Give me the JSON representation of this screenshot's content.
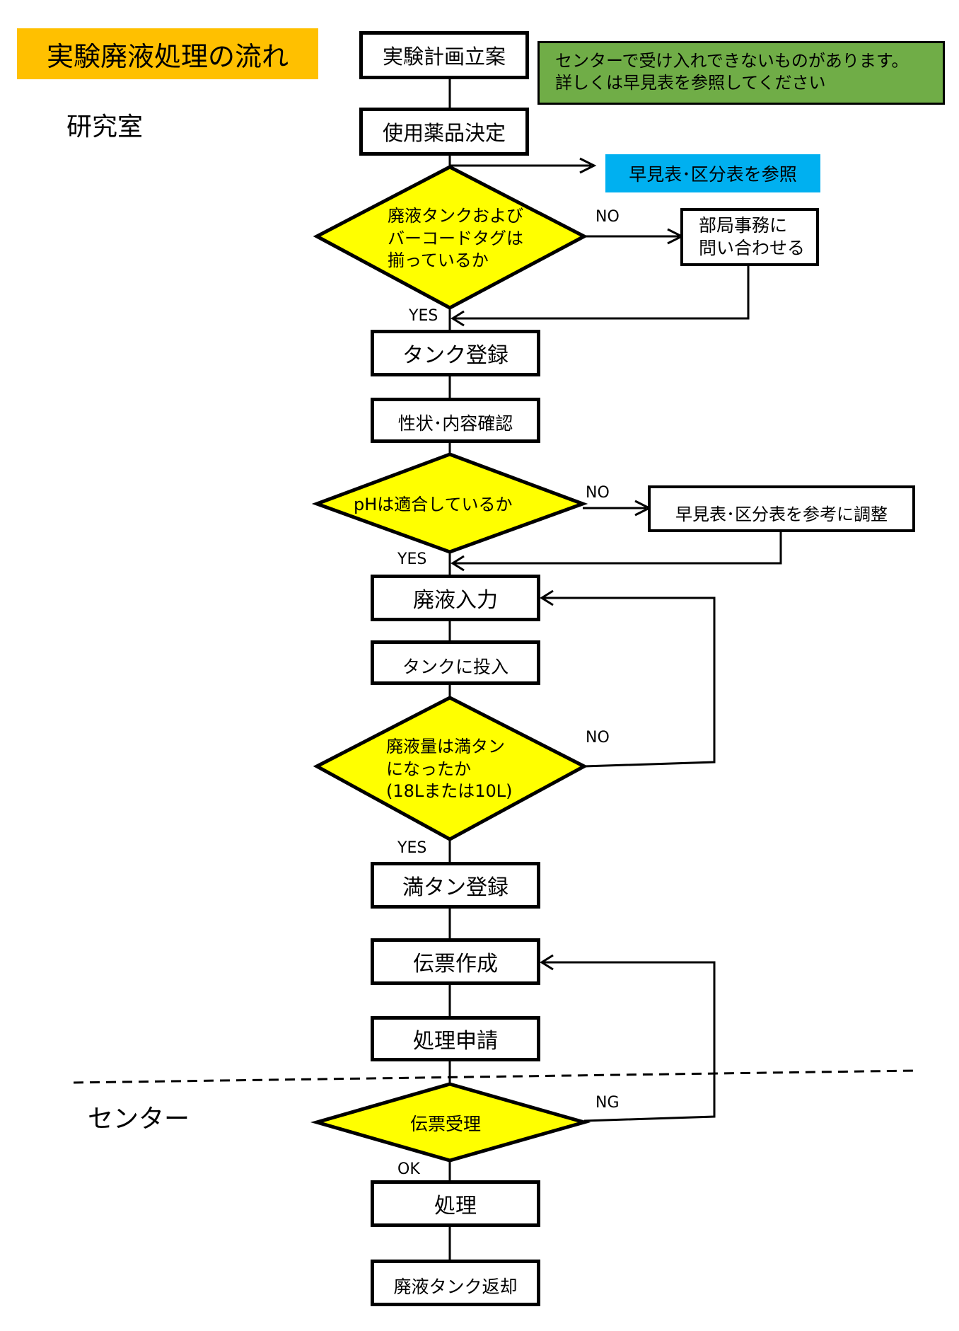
{
  "title": "実験廃液処理の流れ",
  "zones": {
    "lab": "研究室",
    "center": "センター"
  },
  "notes": {
    "green": [
      "センターで受け入れできないものがあります。",
      "詳しくは早見表を参照してください"
    ],
    "blue": "早見表･区分表を参照"
  },
  "steps": {
    "plan": "実験計画立案",
    "chem": "使用薬品決定",
    "tank_reg": "タンク登録",
    "confirm": "性状･内容確認",
    "input": "廃液入力",
    "pour": "タンクに投入",
    "full_reg": "満タン登録",
    "slip": "伝票作成",
    "apply": "処理申請",
    "process": "処理",
    "return": "廃液タンク返却"
  },
  "decisions": {
    "tank_ready": [
      "廃液タンクおよび",
      "バーコードタグは",
      "揃っているか"
    ],
    "ph_ok": "pHは適合しているか",
    "full": [
      "廃液量は満タン",
      "になったか",
      "(18Lまたは10L)"
    ],
    "accept": "伝票受理"
  },
  "side_boxes": {
    "ask_dept": [
      "部局事務に",
      "問い合わせる"
    ],
    "adjust": "早見表･区分表を参考に調整"
  },
  "edge_labels": {
    "no1": "NO",
    "yes1": "YES",
    "no2": "NO",
    "yes2": "YES",
    "no3": "NO",
    "yes3": "YES",
    "ng": "NG",
    "ok": "OK"
  },
  "colors": {
    "orange": "#FFC000",
    "green": "#70AD47",
    "blue": "#00B0F0",
    "yellow": "#FFFF00"
  }
}
